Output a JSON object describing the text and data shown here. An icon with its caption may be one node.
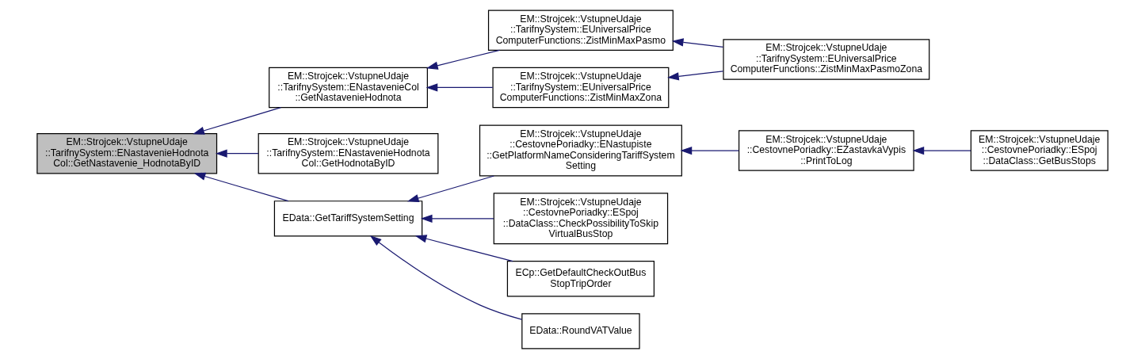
{
  "diagram": {
    "nodes": [
      {
        "text": [
          "EM::Strojcek::VstupneUdaje ::TarifnySystem::ENastavenieHodnota Col::GetNastavenie_HodnotaByID"
        ]
      },
      {
        "text": [
          "EM::Strojcek::VstupneUdaje ::TarifnySystem::ENastavenieCol ::GetNastavenieHodnota"
        ]
      },
      {
        "text": [
          "EM::Strojcek::VstupneUdaje ::TarifnySystem::ENastavenieHodnota Col::GetHodnotaByID"
        ]
      },
      {
        "text": [
          "EData::GetTariffSystemSetting"
        ]
      },
      {
        "text": [
          "EM::Strojcek::VstupneUdaje ::TarifnySystem::EUniversalPrice ComputerFunctions::ZistMinMaxPasmo"
        ]
      },
      {
        "text": [
          "EM::Strojcek::VstupneUdaje ::TarifnySystem::EUniversalPrice ComputerFunctions::ZistMinMaxZona"
        ]
      },
      {
        "text": [
          "EM::Strojcek::VstupneUdaje ::CestovnePoriadky::ENastupiste ::GetPlatformNameConsideringTariffSystem Setting"
        ]
      },
      {
        "text": [
          "EM::Strojcek::VstupneUdaje ::CestovnePoriadky::ESpoj ::DataClass::CheckPossibilityToSkip VirtualBusStop"
        ]
      },
      {
        "text": [
          "ECp::GetDefaultCheckOutBus StopTripOrder"
        ]
      },
      {
        "text": [
          "EData::RoundVATValue"
        ]
      },
      {
        "text": [
          "EM::Strojcek::VstupneUdaje ::TarifnySystem::EUniversalPrice ComputerFunctions::ZistMinMaxPasmoZona"
        ]
      },
      {
        "text": [
          "EM::Strojcek::VstupneUdaje ::CestovnePoriadky::EZastavkaVypis ::PrintToLog"
        ]
      },
      {
        "text": [
          "EM::Strojcek::VstupneUdaje ::CestovnePoriadky::ESpoj ::DataClass::GetBusStops"
        ]
      }
    ],
    "edges": [
      {
        "from": 1,
        "to": 0,
        "arrow": "to"
      },
      {
        "from": 2,
        "to": 0,
        "arrow": "to"
      },
      {
        "from": 3,
        "to": 0,
        "arrow": "to"
      },
      {
        "from": 4,
        "to": 1,
        "arrow": "to"
      },
      {
        "from": 5,
        "to": 1,
        "arrow": "to"
      },
      {
        "from": 10,
        "to": 4,
        "arrow": "to"
      },
      {
        "from": 10,
        "to": 5,
        "arrow": "to"
      },
      {
        "from": 6,
        "to": 3,
        "arrow": "to"
      },
      {
        "from": 7,
        "to": 3,
        "arrow": "to"
      },
      {
        "from": 8,
        "to": 3,
        "arrow": "to"
      },
      {
        "from": 9,
        "to": 3,
        "arrow": "to"
      },
      {
        "from": 11,
        "to": 6,
        "arrow": "to"
      },
      {
        "from": 12,
        "to": 11,
        "arrow": "to"
      }
    ]
  }
}
